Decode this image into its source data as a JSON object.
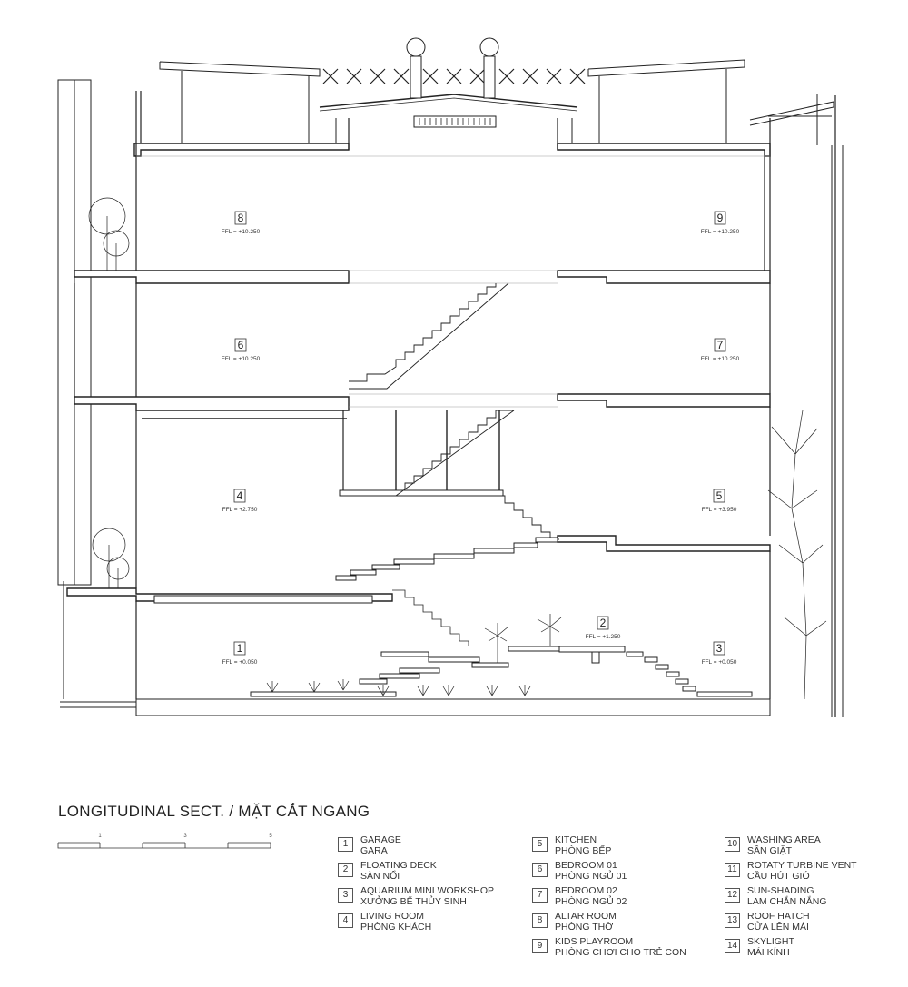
{
  "title": "LONGITUDINAL SECT. / MẶT CẮT NGANG",
  "scale_bar": {
    "labels": [
      "1",
      "3",
      "5"
    ]
  },
  "rooms": [
    {
      "number": "1",
      "ffl": "FFL = +0.050"
    },
    {
      "number": "2",
      "ffl": "FFL = +1.250"
    },
    {
      "number": "3",
      "ffl": "FFL = +0.050"
    },
    {
      "number": "4",
      "ffl": "FFL = +2.750"
    },
    {
      "number": "5",
      "ffl": "FFL = +3.950"
    },
    {
      "number": "6",
      "ffl": "FFL = +10.250"
    },
    {
      "number": "7",
      "ffl": "FFL = +10.250"
    },
    {
      "number": "8",
      "ffl": "FFL = +10.250"
    },
    {
      "number": "9",
      "ffl": "FFL = +10.250"
    }
  ],
  "legend": [
    {
      "number": "1",
      "en": "GARAGE",
      "vi": "GARA"
    },
    {
      "number": "2",
      "en": "FLOATING DECK",
      "vi": "SÀN NỔI"
    },
    {
      "number": "3",
      "en": "AQUARIUM MINI WORKSHOP",
      "vi": "XƯỞNG BỂ THỦY SINH"
    },
    {
      "number": "4",
      "en": "LIVING ROOM",
      "vi": "PHÒNG KHÁCH"
    },
    {
      "number": "5",
      "en": "KITCHEN",
      "vi": "PHÒNG BẾP"
    },
    {
      "number": "6",
      "en": "BEDROOM 01",
      "vi": "PHÒNG NGỦ 01"
    },
    {
      "number": "7",
      "en": "BEDROOM 02",
      "vi": "PHÒNG NGỦ 02"
    },
    {
      "number": "8",
      "en": "ALTAR ROOM",
      "vi": "PHÒNG THỜ"
    },
    {
      "number": "9",
      "en": "KIDS PLAYROOM",
      "vi": "PHÒNG CHƠI CHO TRẺ CON"
    },
    {
      "number": "10",
      "en": "WASHING AREA",
      "vi": "SÂN GIẶT"
    },
    {
      "number": "11",
      "en": "ROTATY TURBINE VENT",
      "vi": "CẦU HÚT GIÓ"
    },
    {
      "number": "12",
      "en": "SUN-SHADING",
      "vi": "LAM CHẮN NẮNG"
    },
    {
      "number": "13",
      "en": "ROOF HATCH",
      "vi": "CỬA LÊN MÁI"
    },
    {
      "number": "14",
      "en": "SKYLIGHT",
      "vi": "MÁI KÍNH"
    }
  ]
}
